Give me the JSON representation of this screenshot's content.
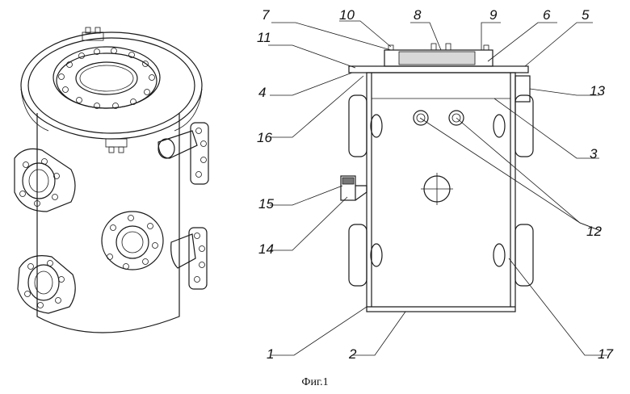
{
  "caption": "Фиг.1",
  "labels": [
    {
      "id": "l1",
      "text": "1"
    },
    {
      "id": "l2",
      "text": "2"
    },
    {
      "id": "l3",
      "text": "3"
    },
    {
      "id": "l4",
      "text": "4"
    },
    {
      "id": "l5",
      "text": "5"
    },
    {
      "id": "l6",
      "text": "6"
    },
    {
      "id": "l7",
      "text": "7"
    },
    {
      "id": "l8",
      "text": "8"
    },
    {
      "id": "l9",
      "text": "9"
    },
    {
      "id": "l10",
      "text": "10"
    },
    {
      "id": "l11",
      "text": "11"
    },
    {
      "id": "l12",
      "text": "12"
    },
    {
      "id": "l13",
      "text": "13"
    },
    {
      "id": "l14",
      "text": "14"
    },
    {
      "id": "l15",
      "text": "15"
    },
    {
      "id": "l16",
      "text": "16"
    },
    {
      "id": "l17",
      "text": "17"
    }
  ]
}
